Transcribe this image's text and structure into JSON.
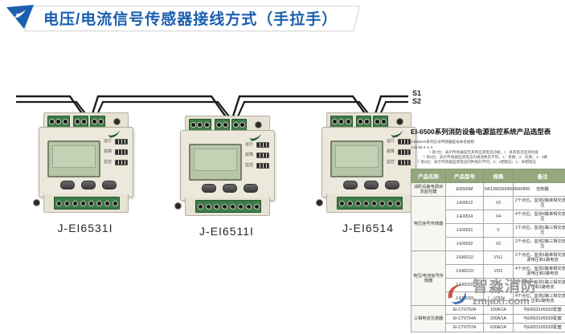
{
  "header": {
    "title": "电压/电流信号传感器接线方式（手拉手）",
    "accent_color": "#1b5fae"
  },
  "diagram": {
    "bus_labels": {
      "s1": "S1",
      "s2": "S2"
    },
    "wire_color": "#1c1c1c",
    "indicator_labels": [
      "运行",
      "故障",
      "监控"
    ],
    "devices": [
      {
        "label": "J-EI6531I"
      },
      {
        "label": "J-EI6511I"
      },
      {
        "label": "J-EI6514"
      }
    ]
  },
  "panel": {
    "table_title": "EI-6500系列消防设备电源监控系统产品选型表",
    "naming": {
      "intro": "J-EI65XX系列信号传感器型号命名规则",
      "model": "J-EI 65 X X X",
      "notes": [
        "└ 第7位：表示传感器是否具有监测电流功能，I：具有电流监测功能",
        "└ 第6位：表示传感器监测电压的通道数的不同，1：单路；2：双路；4：4路",
        "└ 第5位：表示传感器监测电压的种类的不同，3：3相电压；1：单相电压"
      ]
    },
    "table": {
      "headers": [
        "产品名称",
        "产品型号",
        "规格",
        "备注"
      ],
      "header_bg": "#94a87d",
      "groups": [
        {
          "name": "消防设备电源状态监控器",
          "rows": [
            [
              "EI6500M",
              "64/128/200/400/600/800",
              "控制器"
            ]
          ]
        },
        {
          "name": "电压信号传感器",
          "rows": [
            [
              "J-EI6512",
              "V2",
              "2个点位，监测2路单相交流电压"
            ],
            [
              "J-EI6514",
              "V4",
              "4个点位，监测4路单相交流电压"
            ],
            [
              "J-EI6531",
              "V",
              "1个点位，监测1路三相交流电压"
            ],
            [
              "J-EI6532",
              "V2",
              "2个点位，监测2路三相交流电压"
            ]
          ]
        },
        {
          "name": "电压/电流信号传感器",
          "rows": [
            [
              "J-EI6511I",
              "V1I1",
              "2个点位，监测1路单相交流电源电压和1路电流"
            ],
            [
              "J-EI6512I",
              "V2I2",
              "4个点位，监测2路单相交流电源电压和2路电流"
            ],
            [
              "J-EI6531I",
              "V1I1",
              "2个点位，监测1路三相交流电压和1路电流"
            ],
            [
              "J-EI6532I",
              "V2I2",
              "4个点位，监测2路三相交流电压和2路电流"
            ]
          ]
        },
        {
          "name": "三相电流互感器",
          "rows": [
            [
              "EI-CT6752A",
              "100A/1A",
              "与EI6531I/6532I配套"
            ],
            [
              "EI-CT6754A",
              "200A/1A",
              "与EI6531I/6532I配套"
            ],
            [
              "EI-CT6757A",
              "630A/1A",
              "与EI6531I/6532I配套"
            ]
          ]
        }
      ]
    }
  },
  "watermark": {
    "name": "智淼消防",
    "site": "zmjaxf.com"
  }
}
